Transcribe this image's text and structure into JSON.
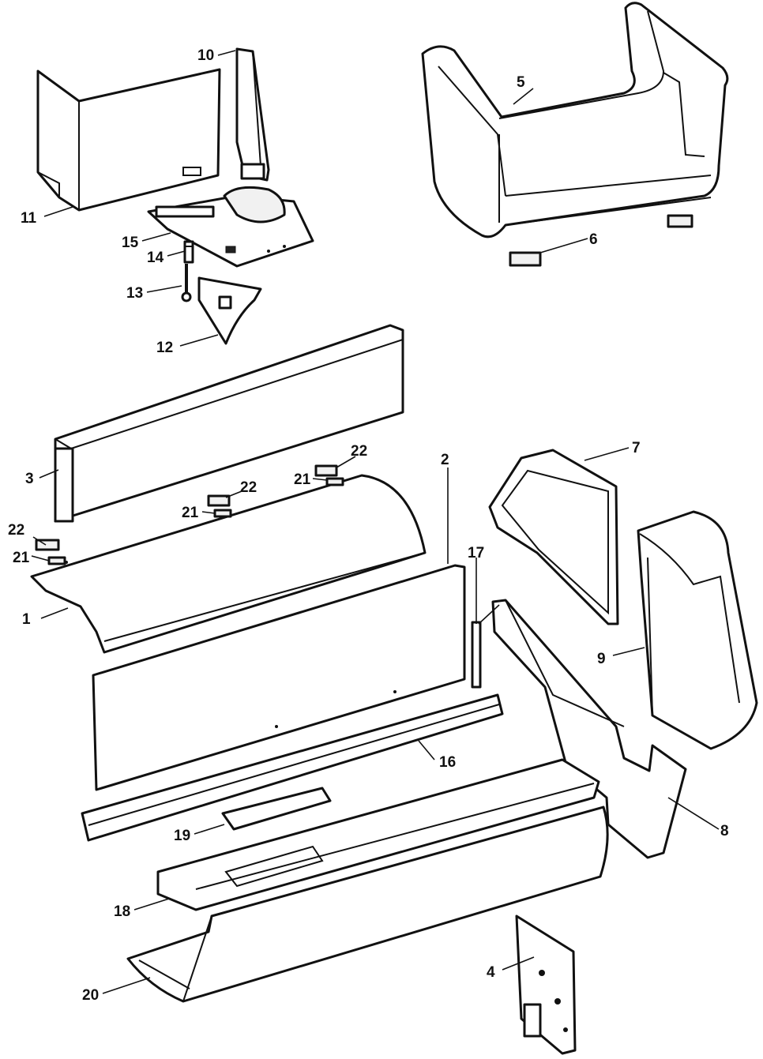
{
  "callouts": [
    {
      "id": "p1",
      "number": "1"
    },
    {
      "id": "p2",
      "number": "2"
    },
    {
      "id": "p3",
      "number": "3"
    },
    {
      "id": "p4",
      "number": "4"
    },
    {
      "id": "p5",
      "number": "5"
    },
    {
      "id": "p6",
      "number": "6"
    },
    {
      "id": "p7",
      "number": "7"
    },
    {
      "id": "p8",
      "number": "8"
    },
    {
      "id": "p9",
      "number": "9"
    },
    {
      "id": "p10",
      "number": "10"
    },
    {
      "id": "p11",
      "number": "11"
    },
    {
      "id": "p12",
      "number": "12"
    },
    {
      "id": "p13",
      "number": "13"
    },
    {
      "id": "p14",
      "number": "14"
    },
    {
      "id": "p15",
      "number": "15"
    },
    {
      "id": "p16",
      "number": "16"
    },
    {
      "id": "p17",
      "number": "17"
    },
    {
      "id": "p18",
      "number": "18"
    },
    {
      "id": "p19",
      "number": "19"
    },
    {
      "id": "p20",
      "number": "20"
    },
    {
      "id": "p21a",
      "number": "21"
    },
    {
      "id": "p21b",
      "number": "21"
    },
    {
      "id": "p21c",
      "number": "21"
    },
    {
      "id": "p22a",
      "number": "22"
    },
    {
      "id": "p22b",
      "number": "22"
    },
    {
      "id": "p22c",
      "number": "22"
    }
  ],
  "colors": {
    "line": "#111111",
    "background": "#ffffff"
  }
}
